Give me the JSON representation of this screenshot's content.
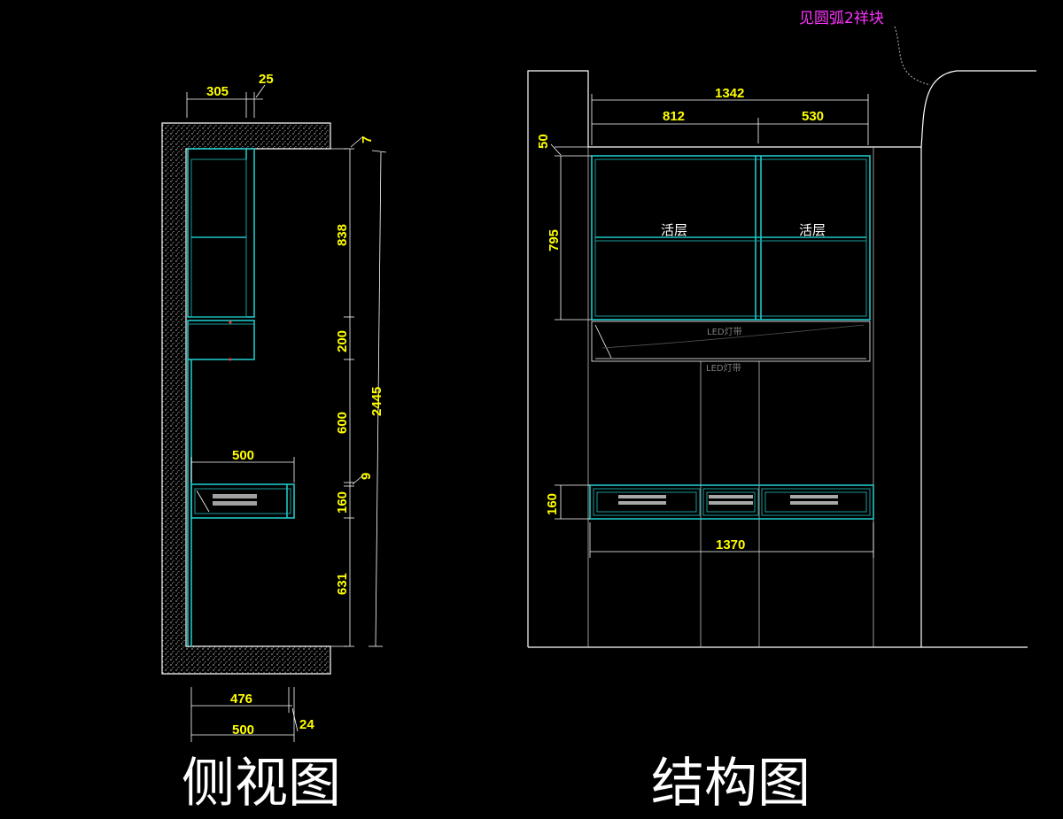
{
  "captions": {
    "side": "侧视图",
    "structure": "结构图"
  },
  "notes": {
    "arc_ref": "见圆弧2祥块"
  },
  "side_view": {
    "dims": {
      "top_305": "305",
      "top_25": "25",
      "top_7": "7",
      "v_838": "838",
      "v_200": "200",
      "v_600": "600",
      "v_160": "160",
      "v_631": "631",
      "v_2445": "2445",
      "v_9": "9",
      "h_500_mid": "500",
      "h_476": "476",
      "h_500_bot": "500",
      "h_24": "24"
    }
  },
  "structure_view": {
    "dims": {
      "top_1342": "1342",
      "top_812": "812",
      "top_530": "530",
      "v_50": "50",
      "v_795": "795",
      "v_160": "160",
      "h_1370": "1370"
    },
    "labels": {
      "shelf_left": "活层",
      "shelf_right": "活层",
      "led1": "LED灯带",
      "led2": "LED灯带"
    }
  },
  "colors": {
    "background": "#000000",
    "dimension": "#ffff00",
    "outline": "#ffffff",
    "cabinet": "#1ec6c6",
    "note": "#ff33ff"
  }
}
